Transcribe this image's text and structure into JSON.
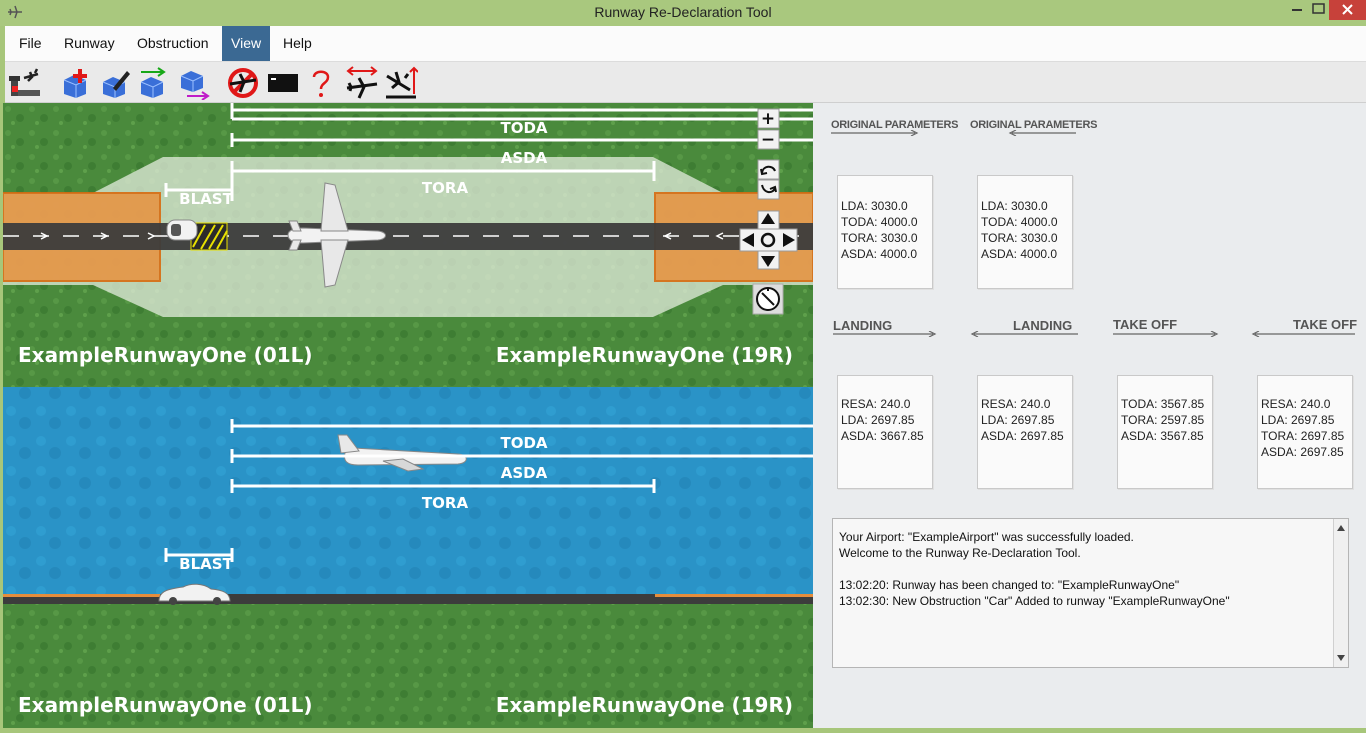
{
  "window": {
    "title": "Runway Re-Declaration Tool"
  },
  "menu": {
    "items": [
      {
        "label": "File"
      },
      {
        "label": "Runway"
      },
      {
        "label": "Obstruction"
      },
      {
        "label": "View"
      },
      {
        "label": "Help"
      }
    ],
    "active": "View"
  },
  "toolbar": {
    "icons": [
      "select-airport-icon",
      "add-obstruction-icon",
      "edit-obstruction-icon",
      "move-obstruction-icon",
      "remove-obstruction-icon",
      "delete-runway-icon",
      "terminal-icon",
      "help-icon",
      "switch-direction-icon",
      "landing-icon"
    ]
  },
  "view_top": {
    "distances": {
      "toda": "TODA",
      "asda": "ASDA",
      "tora": "TORA",
      "blast": "BLAST"
    },
    "left_runway_name": "ExampleRunwayOne (01L)",
    "right_runway_name": "ExampleRunwayOne (19R)"
  },
  "view_side": {
    "distances": {
      "toda": "TODA",
      "asda": "ASDA",
      "tora": "TORA",
      "blast": "BLAST"
    },
    "left_runway_name": "ExampleRunwayOne (01L)",
    "right_runway_name": "ExampleRunwayOne (19R)"
  },
  "nav_controls": {
    "zoom_in": "+",
    "zoom_out": "−"
  },
  "panel": {
    "original_headers": [
      "ORIGINAL PARAMETERS",
      "ORIGINAL PARAMETERS"
    ],
    "original_left": [
      "LDA: 3030.0",
      "TODA: 4000.0",
      "TORA: 3030.0",
      "ASDA: 4000.0"
    ],
    "original_right": [
      "LDA: 3030.0",
      "TODA: 4000.0",
      "TORA: 3030.0",
      "ASDA: 4000.0"
    ],
    "section_headers": [
      "LANDING",
      "LANDING",
      "TAKE OFF",
      "TAKE OFF"
    ],
    "landing_left": [
      "RESA: 240.0",
      "LDA: 2697.85",
      "ASDA: 3667.85"
    ],
    "landing_right": [
      "RESA: 240.0",
      "LDA: 2697.85",
      "ASDA: 2697.85"
    ],
    "takeoff_left": [
      "TODA: 3567.85",
      "TORA: 2597.85",
      "ASDA: 3567.85"
    ],
    "takeoff_right": [
      "RESA: 240.0",
      "LDA: 2697.85",
      "TORA: 2697.85",
      "ASDA: 2697.85"
    ]
  },
  "log": {
    "lines": [
      "Your Airport: \"ExampleAirport\" was successfully loaded.",
      "Welcome to the Runway Re-Declaration Tool.",
      "",
      "13:02:20: Runway has been changed to: \"ExampleRunwayOne\"",
      "13:02:30: New Obstruction \"Car\" Added to runway \"ExampleRunwayOne\""
    ]
  },
  "colors": {
    "grass": "#4a8a3c",
    "water": "#2a93c7",
    "runway": "#3c3c3c",
    "orange": "#e58d3c",
    "menu_active": "#3b6993"
  }
}
